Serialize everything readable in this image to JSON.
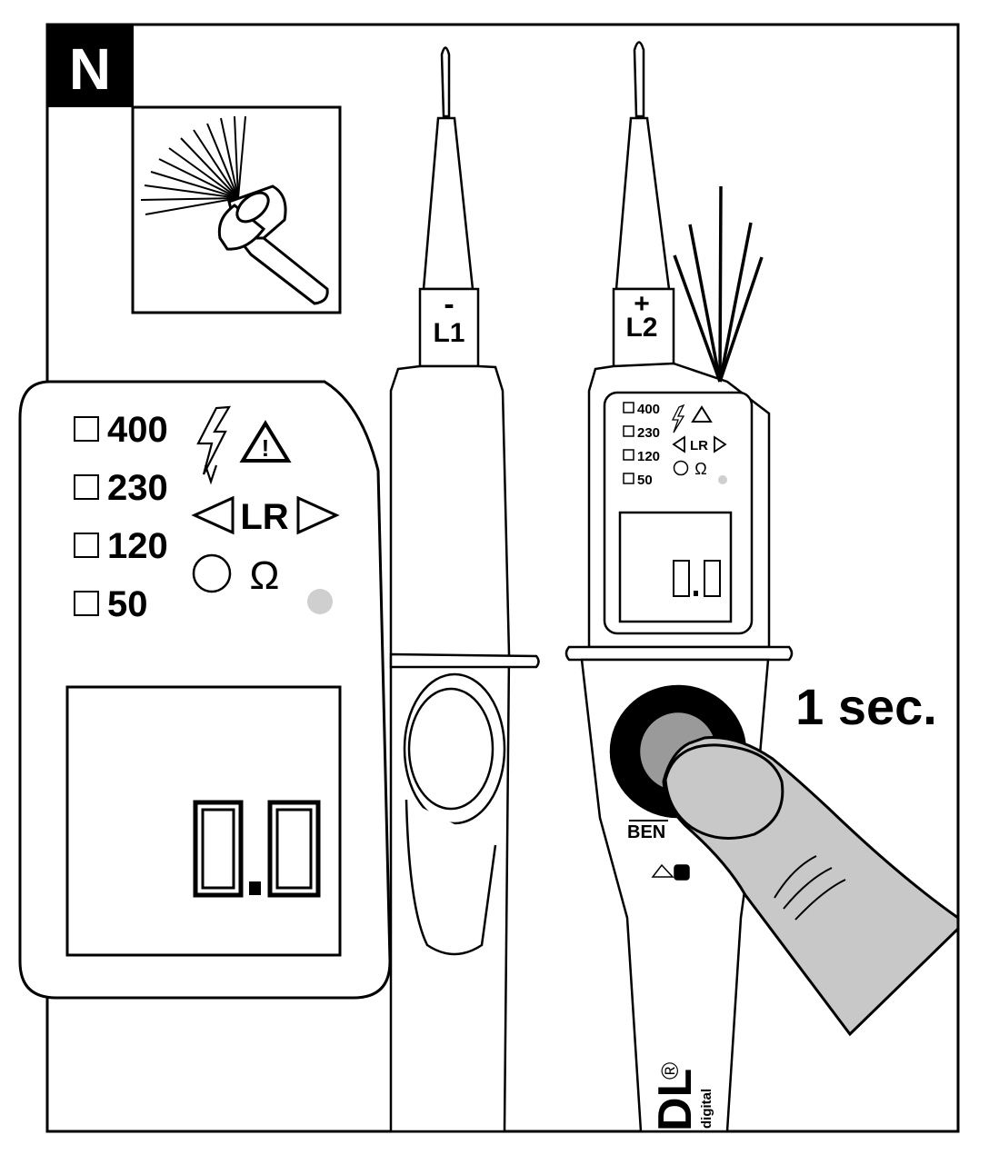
{
  "figure": {
    "panel_letter": "N",
    "left_probe_label": "L1",
    "left_probe_sign": "-",
    "right_probe_label": "L2",
    "right_probe_sign": "+",
    "press_duration": "1 sec.",
    "brand_text": "BEN",
    "vertical_brand": "DL",
    "vertical_registered": "®",
    "vertical_sub": "digital",
    "display_reading": "0.0",
    "voltage_levels": [
      "400",
      "230",
      "120",
      "50"
    ],
    "lr_label": "LR",
    "ohm_symbol": "Ω",
    "warning_symbol": "!"
  },
  "colors": {
    "line": "#000000",
    "finger_fill": "#c8c8c8",
    "button_fill": "#9a9a9a",
    "indicator_dot": "#cfcfcf"
  }
}
